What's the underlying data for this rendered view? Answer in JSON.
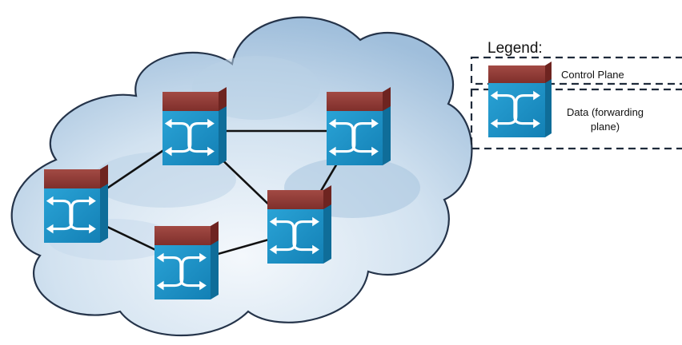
{
  "legend": {
    "title": "Legend:",
    "control_plane_label": "Control Plane",
    "data_plane_label": "Data (forwarding plane)"
  },
  "colors": {
    "control_plane": "#8b3a36",
    "data_plane": "#1b8fc3",
    "link": "#111111",
    "cloud_light": "#eef4fa",
    "cloud_dark": "#a9c6e0"
  },
  "icons": {
    "switch": "switch-icon",
    "cloud": "cloud-icon"
  },
  "network": {
    "switches": [
      "switch-1",
      "switch-2",
      "switch-3",
      "switch-4",
      "switch-5"
    ],
    "links": [
      [
        "switch-1",
        "switch-2"
      ],
      [
        "switch-1",
        "switch-4"
      ],
      [
        "switch-2",
        "switch-3"
      ],
      [
        "switch-2",
        "switch-5"
      ],
      [
        "switch-3",
        "switch-5"
      ],
      [
        "switch-4",
        "switch-5"
      ]
    ]
  }
}
